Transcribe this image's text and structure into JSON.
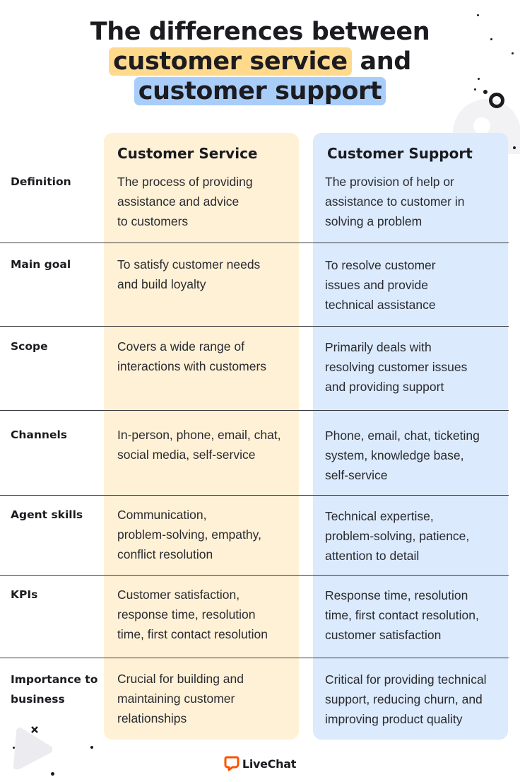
{
  "title": {
    "line1": "The differences between",
    "line2_highlight": "customer service",
    "line2_rest": "and",
    "line3_highlight": "customer support"
  },
  "columns": {
    "service": "Customer Service",
    "support": "Customer Support"
  },
  "rows": [
    {
      "label": "Definition",
      "service": "The process of providing\nassistance and advice\n to customers",
      "support": "The provision of help or\nassistance to customer in\nsolving a problem"
    },
    {
      "label": "Main goal",
      "service": "To satisfy customer needs\nand build loyalty",
      "support": "To resolve customer\nissues and provide\ntechnical assistance"
    },
    {
      "label": "Scope",
      "service": "Covers a wide range of\ninteractions with customers",
      "support": "Primarily deals with\nresolving customer issues\nand providing support"
    },
    {
      "label": "Channels",
      "service": "In-person, phone, email, chat,\nsocial media, self-service",
      "support": "Phone, email, chat, ticketing\nsystem, knowledge base,\nself-service"
    },
    {
      "label": "Agent skills",
      "service": "Communication,\nproblem-solving, empathy,\nconflict resolution",
      "support": "Technical expertise,\nproblem-solving, patience,\nattention to detail"
    },
    {
      "label": "KPIs",
      "service": "Customer satisfaction,\nresponse time, resolution\ntime, first contact resolution",
      "support": "Response time, resolution\ntime, first contact resolution,\ncustomer satisfaction"
    },
    {
      "label": "Importance to\nbusiness",
      "service": "Crucial for building and\nmaintaining customer\nrelationships",
      "support": "Critical for providing technical\nsupport, reducing churn, and\nimproving product quality"
    }
  ],
  "footer": {
    "logo_text": "LiveChat"
  },
  "colors": {
    "service_bg": "#fff1d6",
    "support_bg": "#dbeafc",
    "highlight_yellow": "#ffd98c",
    "highlight_blue": "#a9cdf9",
    "logo_orange": "#ff5100"
  }
}
